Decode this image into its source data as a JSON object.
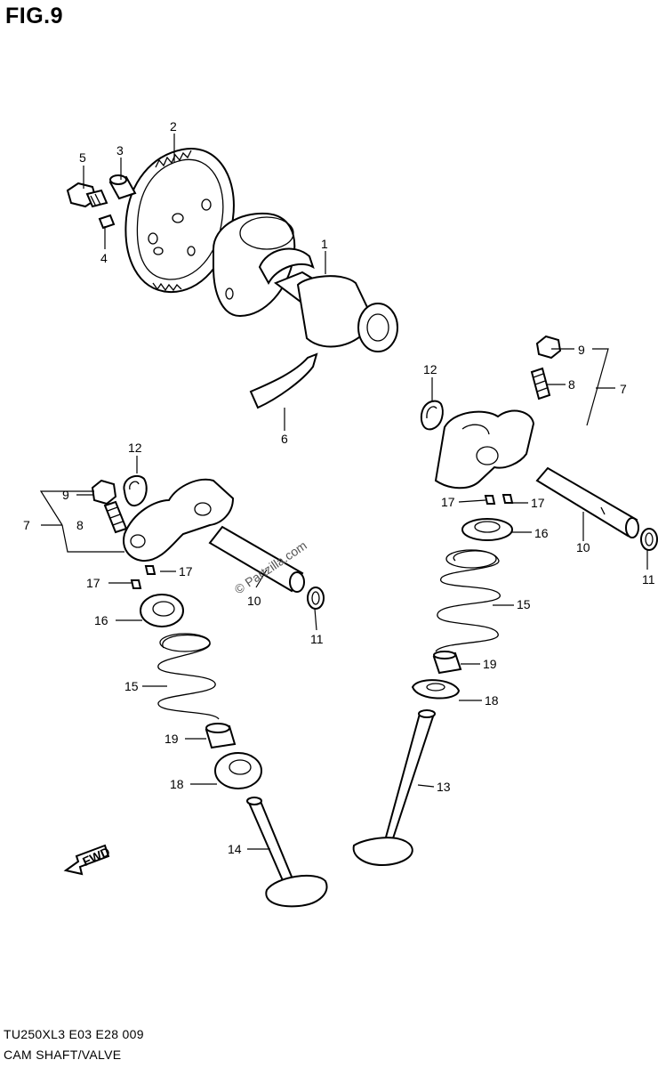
{
  "figure_title": "FIG.9",
  "watermark": "© Partzilla.com",
  "direction_arrow_label": "FWD",
  "footer": {
    "model_code": "TU250XL3  E03  E28  009",
    "section_title": "CAM SHAFT/VALVE"
  },
  "callouts": [
    {
      "id": "c1",
      "text": "1"
    },
    {
      "id": "c2",
      "text": "2"
    },
    {
      "id": "c3",
      "text": "3"
    },
    {
      "id": "c4",
      "text": "4"
    },
    {
      "id": "c5",
      "text": "5"
    },
    {
      "id": "c6",
      "text": "6"
    },
    {
      "id": "c7r",
      "text": "7"
    },
    {
      "id": "c8r",
      "text": "8"
    },
    {
      "id": "c9r",
      "text": "9"
    },
    {
      "id": "c12r",
      "text": "12"
    },
    {
      "id": "c17r1",
      "text": "17"
    },
    {
      "id": "c17r2",
      "text": "17"
    },
    {
      "id": "c16r",
      "text": "16"
    },
    {
      "id": "c10r",
      "text": "10"
    },
    {
      "id": "c11r",
      "text": "11"
    },
    {
      "id": "c15r",
      "text": "15"
    },
    {
      "id": "c19r",
      "text": "19"
    },
    {
      "id": "c18r",
      "text": "18"
    },
    {
      "id": "c13",
      "text": "13"
    },
    {
      "id": "c12l",
      "text": "12"
    },
    {
      "id": "c9l",
      "text": "9"
    },
    {
      "id": "c7l",
      "text": "7"
    },
    {
      "id": "c8l",
      "text": "8"
    },
    {
      "id": "c17l1",
      "text": "17"
    },
    {
      "id": "c17l2",
      "text": "17"
    },
    {
      "id": "c10l",
      "text": "10"
    },
    {
      "id": "c16l",
      "text": "16"
    },
    {
      "id": "c11l",
      "text": "11"
    },
    {
      "id": "c15l",
      "text": "15"
    },
    {
      "id": "c19l",
      "text": "19"
    },
    {
      "id": "c18l",
      "text": "18"
    },
    {
      "id": "c14",
      "text": "14"
    }
  ]
}
